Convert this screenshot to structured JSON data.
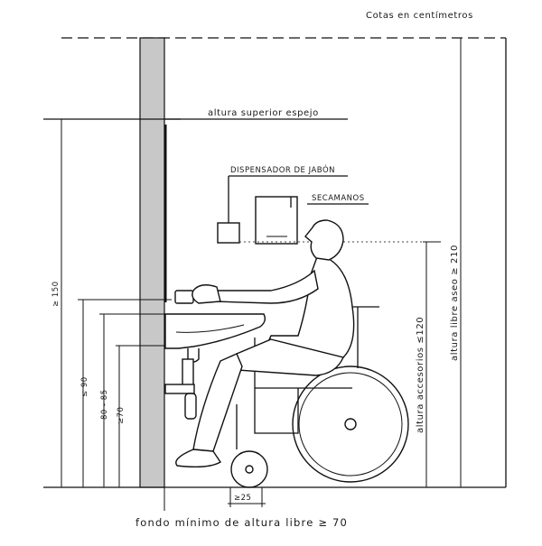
{
  "units_note": "Cotas en centímetros",
  "labels": {
    "mirror_top": "altura superior espejo",
    "soap_dispenser": "DISPENSADOR DE JABÓN",
    "hand_dryer": "SECAMANOS"
  },
  "dimensions": {
    "mirror_height": "≥ 150",
    "sink_max": "≤ 90",
    "sink_range": "80 - 85",
    "knee_clearance": "≥70",
    "accessories_height": "altura accesorios ≤120",
    "free_height": "altura libre aseo ≥ 210",
    "toe_depth": "≥25",
    "min_depth": "fondo mínimo de altura libre ≥ 70"
  },
  "colors": {
    "ink": "#111111",
    "wall": "#c8c8c8"
  }
}
